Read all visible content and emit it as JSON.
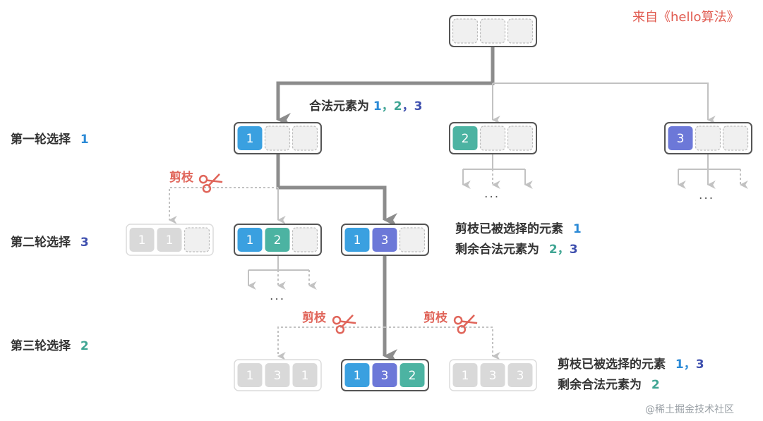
{
  "source_label": "来自《hello算法》",
  "watermark": "@稀土掘金技术社区",
  "colors": {
    "c1": "#2b8ad6",
    "c2": "#3fa593",
    "c3": "#3e4fae",
    "cell1": "#3aa0e0",
    "cell2": "#4cb3a2",
    "cell3": "#6c78d8",
    "pruned_cell": "#d9d9d9",
    "empty_cell": "#f0f0f0",
    "edge_main": "#8c8c8c",
    "edge_light": "#c2c2c2",
    "scissors": "#e0655a"
  },
  "intro": {
    "text": "合法元素为",
    "v1": "1",
    "sep1": "，",
    "v2": "2",
    "sep2": "，",
    "v3": "3"
  },
  "rounds": [
    {
      "label": "第一轮选择",
      "value": "1"
    },
    {
      "label": "第二轮选择",
      "value": "3"
    },
    {
      "label": "第三轮选择",
      "value": "2"
    }
  ],
  "prune_label": "剪枝",
  "ellipsis": "···",
  "note_round2": {
    "line1": "剪枝已被选择的元素",
    "l1v1": "1",
    "line2": "剩余合法元素为",
    "l2v1": "2",
    "l2sep": "，",
    "l2v2": "3"
  },
  "note_round3": {
    "line1": "剪枝已被选择的元素",
    "l1v1": "1",
    "l1sep": "，",
    "l1v2": "3",
    "line2": "剩余合法元素为",
    "l2v1": "2"
  },
  "states": {
    "root": [
      "",
      "",
      ""
    ],
    "r1_a": [
      "1",
      "",
      ""
    ],
    "r1_b": [
      "2",
      "",
      ""
    ],
    "r1_c": [
      "3",
      "",
      ""
    ],
    "r2_pruned": [
      "1",
      "1",
      ""
    ],
    "r2_a": [
      "1",
      "2",
      ""
    ],
    "r2_b": [
      "1",
      "3",
      ""
    ],
    "r3_pruned_a": [
      "1",
      "3",
      "1"
    ],
    "r3_sel": [
      "1",
      "3",
      "2"
    ],
    "r3_pruned_b": [
      "1",
      "3",
      "3"
    ]
  }
}
